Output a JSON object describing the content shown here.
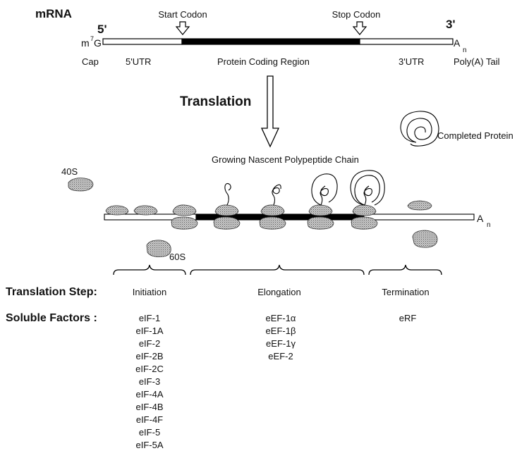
{
  "mrna": {
    "title": "mRNA",
    "five_prime": "5'",
    "three_prime": "3'",
    "cap_m": "m",
    "cap_sup": "7",
    "cap_g": "G",
    "poly_a": "A",
    "poly_a_sub": "n",
    "start_codon": "Start Codon",
    "stop_codon": "Stop Codon",
    "cap_label": "Cap",
    "utr5_label": "5'UTR",
    "coding_label": "Protein Coding Region",
    "utr3_label": "3'UTR",
    "polya_label": "Poly(A) Tail"
  },
  "translation_label": "Translation",
  "ribosome": {
    "small_subunit": "40S",
    "large_subunit": "60S",
    "nascent_chain_label": "Growing Nascent Polypeptide Chain",
    "completed_protein_label": "Completed Protein",
    "poly_a": "A",
    "poly_a_sub": "n"
  },
  "table": {
    "step_header": "Translation Step:",
    "factor_header": "Soluble Factors :",
    "steps": [
      {
        "name": "Initiation",
        "factors": [
          "eIF-1",
          "eIF-1A",
          "eIF-2",
          "eIF-2B",
          "eIF-2C",
          "eIF-3",
          "eIF-4A",
          "eIF-4B",
          "eIF-4F",
          "eIF-5",
          "eIF-5A"
        ]
      },
      {
        "name": "Elongation",
        "factors": [
          "eEF-1α",
          "eEF-1β",
          "eEF-1γ",
          "eEF-2"
        ]
      },
      {
        "name": "Termination",
        "factors": [
          "eRF"
        ]
      }
    ]
  }
}
